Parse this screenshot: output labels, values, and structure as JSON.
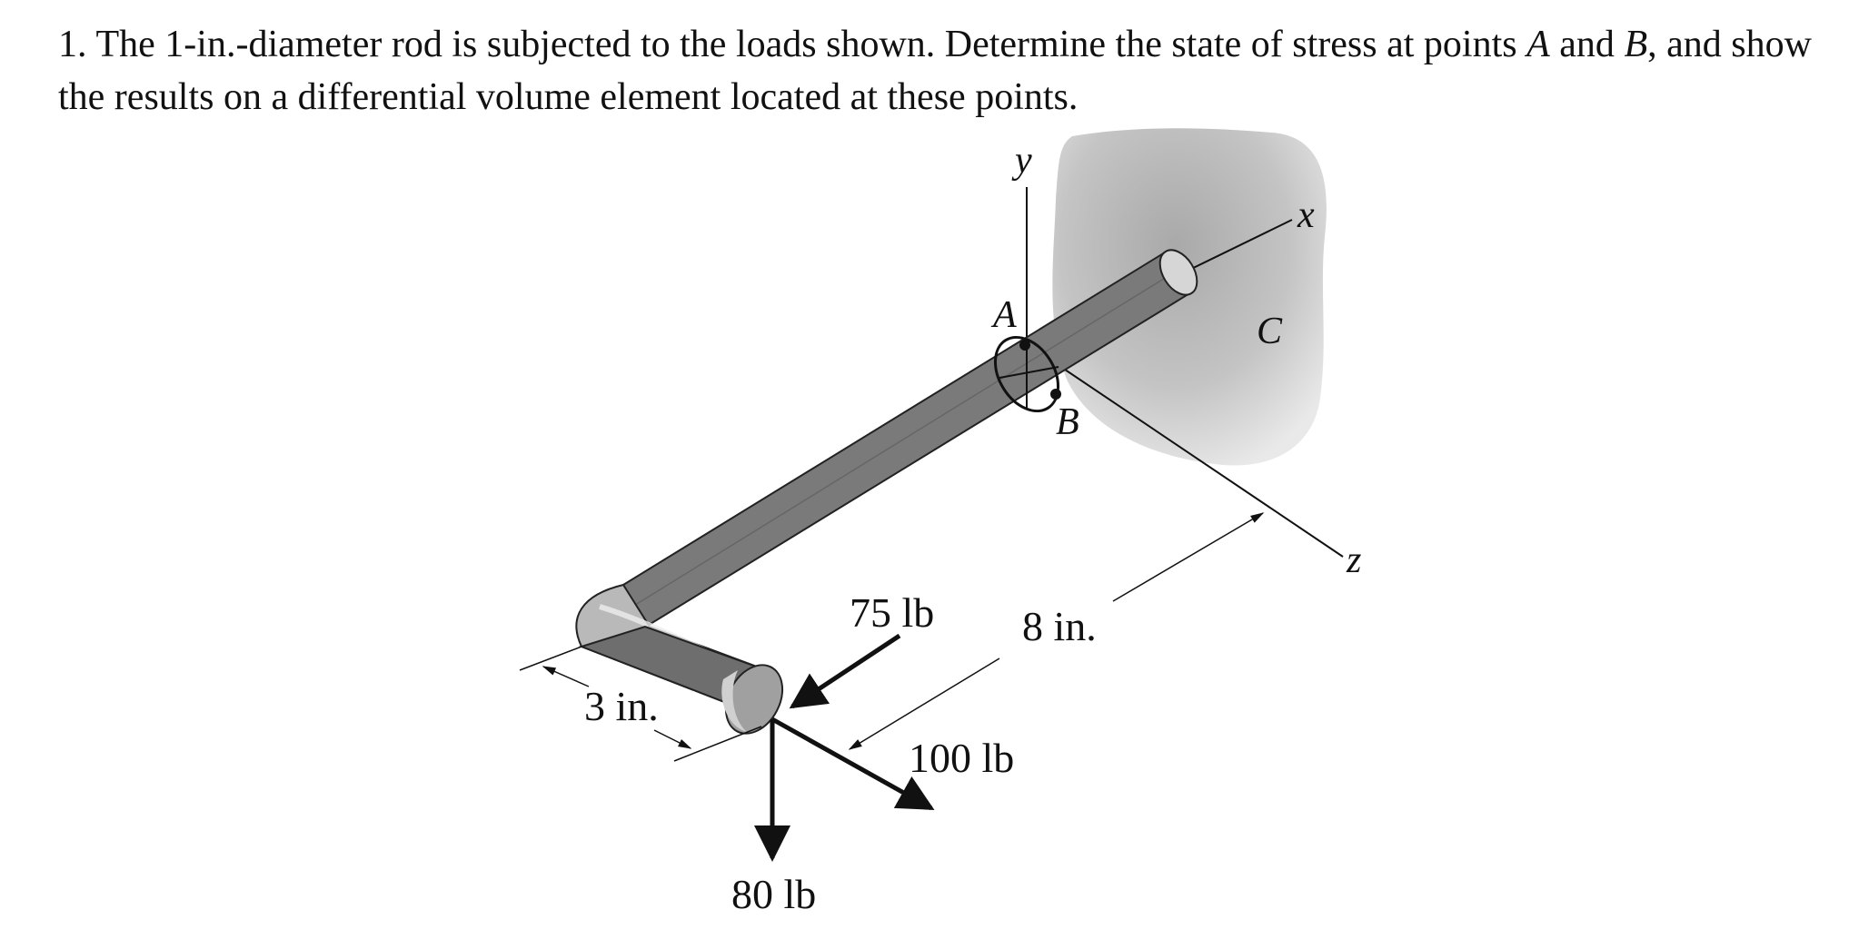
{
  "problem": {
    "number": "1.",
    "text_1": "The 1-in.-diameter rod is subjected to the loads shown. Determine the state of stress at points",
    "point_a": "A",
    "text_and": "and",
    "point_b": "B",
    "text_2": ", and show the results on a differential volume element located at these points."
  },
  "figure": {
    "axis_labels": {
      "x": "x",
      "y": "y",
      "z": "z"
    },
    "point_labels": {
      "a": "A",
      "b": "B",
      "c": "C"
    },
    "loads": {
      "load_75": "75 lb",
      "load_100": "100 lb",
      "load_80": "80 lb"
    },
    "dimensions": {
      "dim_3": "3 in.",
      "dim_8": "8 in."
    },
    "colors": {
      "wall_shading": "#c8c8c8",
      "rod_fill": "#9a9a9a",
      "line": "#111111"
    }
  }
}
